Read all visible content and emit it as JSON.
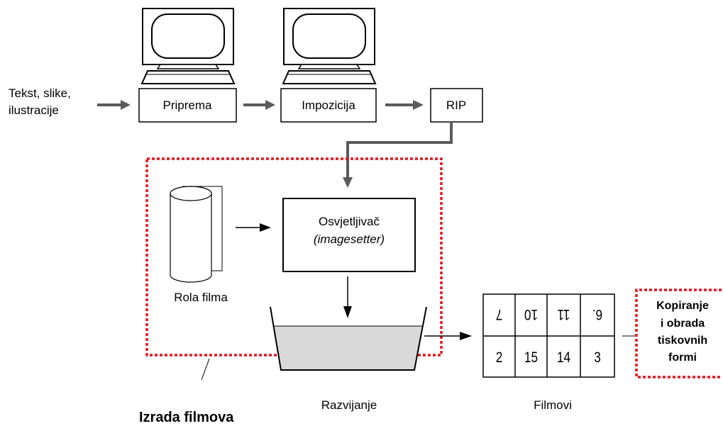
{
  "input": {
    "line1": "Tekst, slike,",
    "line2": "ilustracije"
  },
  "workstations": {
    "priprema": "Priprema",
    "impozicija": "Impozicija"
  },
  "rip": "RIP",
  "film_production": {
    "title": "Izrada filmova",
    "film_roll": "Rola filma",
    "imagesetter_name": "Osvjetljivač",
    "imagesetter_english": "(imagesetter)",
    "developing": "Razvijanje"
  },
  "films": {
    "label": "Filmovi",
    "rows": [
      [
        "7",
        "10",
        "11",
        "6."
      ],
      [
        "2",
        "15",
        "14",
        "3"
      ]
    ]
  },
  "next_step": {
    "lines": [
      "Kopiranje",
      "i obrada",
      "tiskovnih",
      "formi"
    ]
  },
  "icons": [
    "computer-icon",
    "film-roll-icon",
    "developer-tray-icon"
  ],
  "colors": {
    "flow_arrow": "#5b5b5b",
    "group_border": "#e3151c",
    "developer_liquid": "#d9d9d9",
    "outline": "#000000"
  }
}
